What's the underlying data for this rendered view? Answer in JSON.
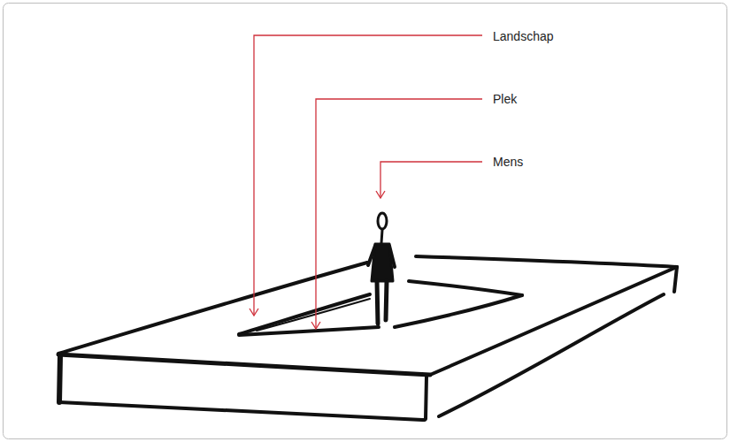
{
  "diagram": {
    "labels": [
      "Landschap",
      "Plek",
      "Mens"
    ]
  }
}
